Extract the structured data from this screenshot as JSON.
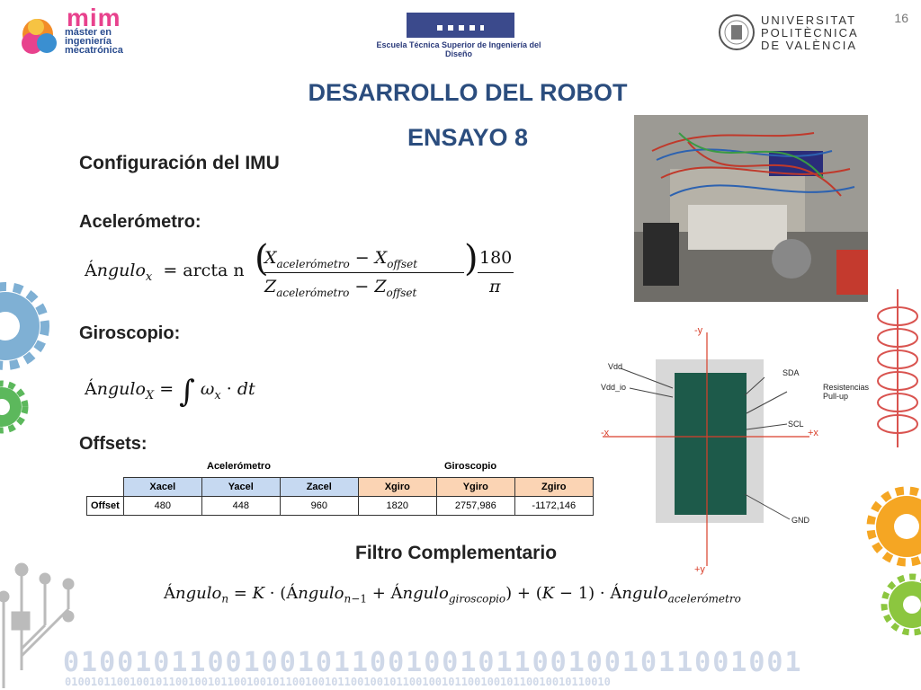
{
  "page_number": "16",
  "header": {
    "mim_logo_word": "mim",
    "mim_logo_lines": [
      "máster en",
      "ingeniería",
      "mecatrónica"
    ],
    "etsid_label": "Escuela Técnica Superior de Ingeniería del Diseño",
    "upv_lines": [
      "UNIVERSITAT",
      "POLITÈCNICA",
      "DE VALÈNCIA"
    ]
  },
  "title": {
    "line1": "DESARROLLO DEL ROBOT",
    "line2": "ENSAYO 8"
  },
  "sections": {
    "imu_config": "Configuración del IMU",
    "accelerometer": "Acelerómetro:",
    "gyroscope": "Giroscopio:",
    "offsets": "Offsets:",
    "filter": "Filtro Complementario"
  },
  "offset_table": {
    "group_headers": [
      "Acelerómetro",
      "Giroscopio"
    ],
    "columns": [
      "Xacel",
      "Yacel",
      "Zacel",
      "Xgiro",
      "Ygiro",
      "Zgiro"
    ],
    "row_label": "Offset",
    "values": [
      "480",
      "448",
      "960",
      "1820",
      "2757,986",
      "-1172,146"
    ]
  },
  "diagram_labels": {
    "neg_y": "-y",
    "pos_y": "+y",
    "neg_x": "-x",
    "pos_x": "+x",
    "vdd": "Vdd",
    "vdd_io": "Vdd_io",
    "sda": "SDA",
    "scl": "SCL",
    "gnd": "GND",
    "resist1": "Resistencias",
    "resist2": "Pull-up"
  },
  "binary_strip": {
    "big": "01001011001001011001001011001001011001001",
    "small": "010010110010010110010010110010010110010010110010010110010010110010010110010010110010"
  },
  "colors": {
    "title": "#2b4d7e",
    "accent_axis": "#d93f2a",
    "table_blue": "#c6d9f1",
    "table_orange": "#fbd4b4"
  }
}
